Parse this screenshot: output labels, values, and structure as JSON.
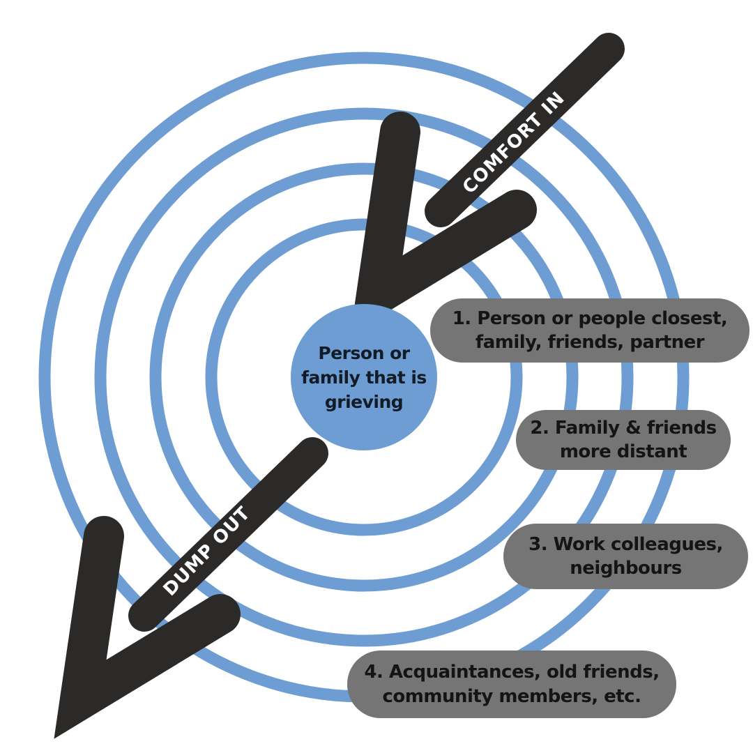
{
  "theme": {
    "background": "#ffffff",
    "ring_blue": "#6D9DD3",
    "arrow_dark": "#2B2A28",
    "box_gray": "#757575",
    "box_text": "#141414",
    "center_text": "#121B26",
    "arrow_label": "#ffffff"
  },
  "diagram": {
    "type": "concentric-rings",
    "title_implied": "Ring theory of grief (comfort in, dump out)",
    "ring_count": 4,
    "center": {
      "lines": [
        "Person or",
        "family that is",
        "grieving"
      ]
    },
    "arrows": {
      "comfort_in": {
        "label": "COMFORT IN",
        "direction": "inward from top-right toward center"
      },
      "dump_out": {
        "label": "DUMP OUT",
        "direction": "outward from center toward bottom-left"
      }
    },
    "boxes": [
      {
        "lines": [
          "1. Person or people closest,",
          "family, friends, partner"
        ]
      },
      {
        "lines": [
          "2. Family & friends",
          "more distant"
        ]
      },
      {
        "lines": [
          "3. Work colleagues,",
          "neighbours"
        ]
      },
      {
        "lines": [
          "4. Acquaintances, old friends,",
          "community members, etc."
        ]
      }
    ]
  }
}
